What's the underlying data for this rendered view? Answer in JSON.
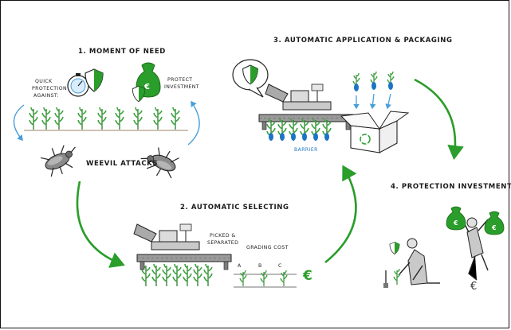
{
  "steps": {
    "s1": {
      "title": "1. MOMENT OF NEED",
      "quick": [
        "QUICK",
        "PROTECTION",
        "AGAINST:"
      ],
      "protect": [
        "PROTECT",
        "INVESTMENT"
      ],
      "weevil": "WEEVIL ATTACKS"
    },
    "s2": {
      "title": "2. AUTOMATIC SELECTING",
      "picked": [
        "PICKED &",
        "SEPARATED"
      ],
      "grading": "GRADING COST",
      "grades": [
        "A",
        "B",
        "C"
      ]
    },
    "s3": {
      "title": "3. AUTOMATIC APPLICATION & PACKAGING",
      "barrier": "BARRIER"
    },
    "s4": {
      "title": "4. PROTECTION INVESTMENT"
    }
  },
  "colors": {
    "green": "#2a9d2a",
    "blue": "#4a9fd8",
    "dark": "#1a1a1a",
    "grey": "#9a9a9a"
  },
  "icons": [
    "shield-icon",
    "stopwatch-icon",
    "money-bag-icon",
    "euro-icon",
    "weevil-icon",
    "conveyor-machine-icon",
    "recycle-box-icon",
    "speech-bubble-icon"
  ]
}
